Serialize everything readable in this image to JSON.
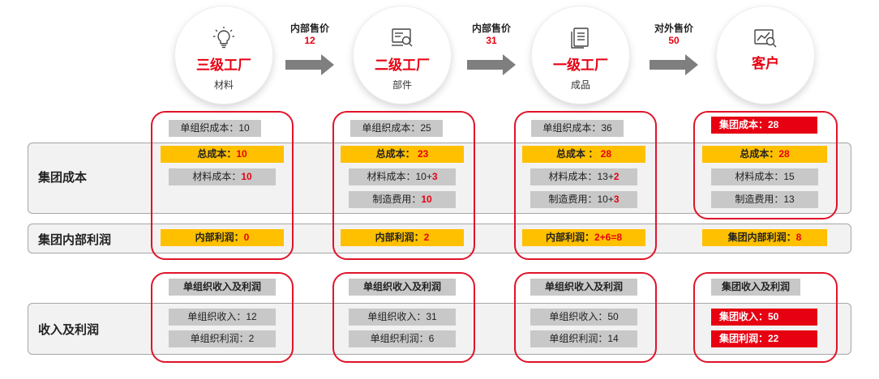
{
  "stages": [
    {
      "title": "三级工厂",
      "sub": "材料",
      "icon": "lightbulb-icon"
    },
    {
      "title": "二级工厂",
      "sub": "部件",
      "icon": "document-search-icon"
    },
    {
      "title": "一级工厂",
      "sub": "成品",
      "icon": "document-list-icon"
    },
    {
      "title": "客户",
      "sub": "",
      "icon": "chart-search-icon"
    }
  ],
  "prices": [
    {
      "label": "内部售价",
      "value": "12"
    },
    {
      "label": "内部售价",
      "value": "31"
    },
    {
      "label": "对外售价",
      "value": "50"
    }
  ],
  "bands": {
    "group_cost": "集团成本",
    "internal_profit": "集团内部利润",
    "revenue_profit": "收入及利润"
  },
  "col1": {
    "unit_cost": "单组织成本：10",
    "total_cost_label": "总成本：",
    "total_cost_value": "10",
    "material_label": "材料成本：",
    "material_value": "10",
    "profit_label": "内部利润：",
    "profit_value": "0",
    "rev_header": "单组织收入及利润",
    "revenue": "单组织收入：12",
    "org_profit": "单组织利润：2"
  },
  "col2": {
    "unit_cost": "单组织成本：25",
    "total_cost_label": "总成本： ",
    "total_cost_value": "23",
    "material_label": "材料成本：10+",
    "material_value": "3",
    "mfg_label": "制造费用：",
    "mfg_value": "10",
    "profit_label": "内部利润：",
    "profit_value": "2",
    "rev_header": "单组织收入及利润",
    "revenue": "单组织收入：31",
    "org_profit": "单组织利润：6"
  },
  "col3": {
    "unit_cost": "单组织成本：36",
    "total_cost_label": "总成本 ： ",
    "total_cost_value": "28",
    "material_label": "材料成本：13+",
    "material_value": "2",
    "mfg_label": "制造费用：10+",
    "mfg_value": "3",
    "profit_label": "内部利润：",
    "profit_value": "2+6=8",
    "rev_header": "单组织收入及利润",
    "revenue": "单组织收入：50",
    "org_profit": "单组织利润：14"
  },
  "col4": {
    "group_cost": "集团成本：28",
    "total_cost_label": "总成本：",
    "total_cost_value": "28",
    "material": "材料成本：15",
    "mfg": "制造费用：13",
    "profit_label": "集团内部利润：",
    "profit_value": "8",
    "rev_header": "集团收入及利润",
    "revenue": "集团收入：50",
    "group_profit": "集团利润：22"
  },
  "colors": {
    "accent_red": "#e60012",
    "highlight_yellow": "#ffc000",
    "box_gray": "#c8c8c8"
  }
}
